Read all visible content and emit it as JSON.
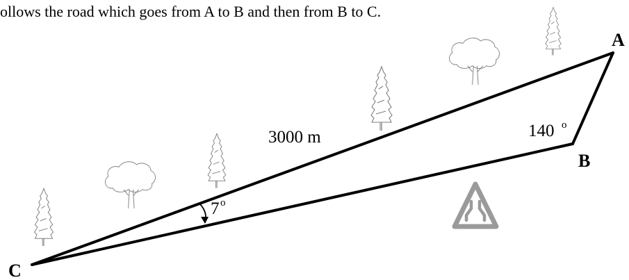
{
  "header": {
    "text": "ollows the road which goes from A to B and then from B to C."
  },
  "diagram": {
    "vertices": {
      "a": "A",
      "b": "B",
      "c": "C"
    },
    "labels": {
      "distance_value": "3000 m",
      "angle_b_value": "140",
      "angle_b_unit": "o",
      "angle_c_value": "7",
      "angle_c_unit": "o"
    },
    "icons": {
      "road_sign": "road-narrows-warning-icon",
      "trees": [
        "conifer-tree-icon",
        "deciduous-tree-icon"
      ]
    },
    "colors": {
      "lines": "#000000",
      "trees": "#7f7f7f",
      "road_sign": "#9a9a9a"
    }
  }
}
